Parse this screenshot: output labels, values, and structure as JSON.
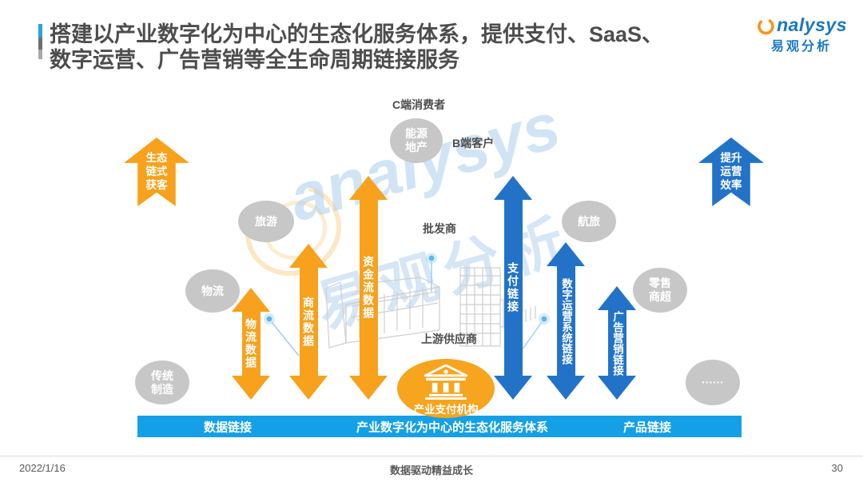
{
  "slide": {
    "title": {
      "line1": "搭建以产业数字化为中心的生态化服务体系，提供支付、SaaS、",
      "line2": "数字运营、广告营销等全生命周期链接服务"
    },
    "logo": {
      "brand_suffix": "nalysys",
      "brand_cn": "易观分析"
    },
    "footer": {
      "date": "2022/1/16",
      "slogan": "数据驱动精益成长",
      "page": "30"
    }
  },
  "colors": {
    "arrow_orange": "#F7A11C",
    "arrow_blue": "#2273C8",
    "bar_blue": "#14A0E6",
    "bubble_gray": "#C7C7C7",
    "title_gray": "#4D4D4D",
    "logo_blue": "#1A78C2",
    "logo_orange": "#F7941E"
  },
  "diagram": {
    "entity_labels": [
      {
        "text": "C端消费者"
      },
      {
        "text": "B端客户"
      },
      {
        "text": "批发商"
      },
      {
        "text": "上游供应商"
      }
    ],
    "bubbles": [
      {
        "label": "能源\n地产"
      },
      {
        "label": "旅游"
      },
      {
        "label": "物流"
      },
      {
        "label": "传统\n制造"
      },
      {
        "label": "航旅"
      },
      {
        "label": "零售\n商超"
      },
      {
        "label": "······"
      }
    ],
    "data_arrows": [
      {
        "label": "物流数据",
        "color": "orange"
      },
      {
        "label": "商流数据",
        "color": "orange"
      },
      {
        "label": "资金流数据",
        "color": "orange"
      },
      {
        "label": "支付链接",
        "color": "blue"
      },
      {
        "label": "数字运营系统链接",
        "color": "blue"
      },
      {
        "label": "广告营销链接",
        "color": "blue"
      }
    ],
    "side_arrows": [
      {
        "label": "生态\n链式\n获客",
        "color": "orange"
      },
      {
        "label": "提升\n运营\n效率",
        "color": "blue"
      }
    ],
    "payment_hub": {
      "label": "产业支付机构",
      "icon": "bank-icon"
    },
    "bottom_bar": {
      "left": "数据链接",
      "center": "产业数字化为中心的生态化服务体系",
      "right": "产品链接"
    },
    "watermark": {
      "brand": "analysys",
      "brand_cn": "易观分析"
    }
  }
}
